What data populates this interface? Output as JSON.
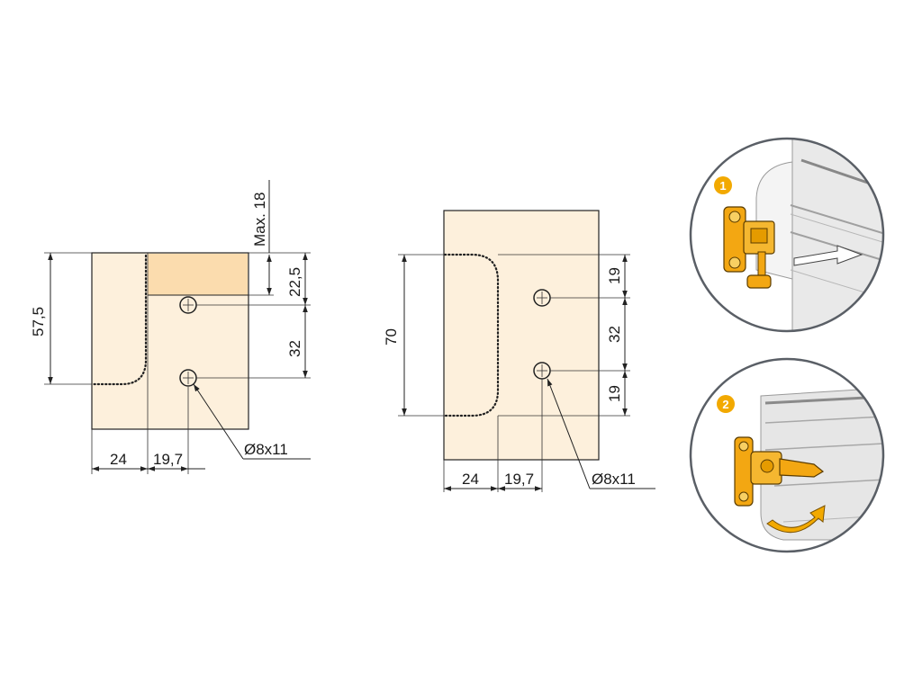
{
  "colors": {
    "panel_fill": "#fdf0dc",
    "overlay_fill": "#fbdcae",
    "accent": "#f3a712",
    "step_badge": "#f2a900",
    "circle_border": "#5a5f66",
    "cabinet_gray": "#c8c8c8"
  },
  "drawing_left": {
    "dim_max": "Max. 18",
    "dim_22_5": "22,5",
    "dim_32": "32",
    "dim_57_5": "57,5",
    "dim_24": "24",
    "dim_19_7": "19,7",
    "hole_callout": "Ø8x11"
  },
  "drawing_right": {
    "dim_70": "70",
    "dim_19_top": "19",
    "dim_32": "32",
    "dim_19_bottom": "19",
    "dim_24": "24",
    "dim_19_7": "19,7",
    "hole_callout": "Ø8x11"
  },
  "steps": [
    {
      "badge": "1",
      "icon": "hinge-insert-icon"
    },
    {
      "badge": "2",
      "icon": "hinge-rotate-icon"
    }
  ]
}
